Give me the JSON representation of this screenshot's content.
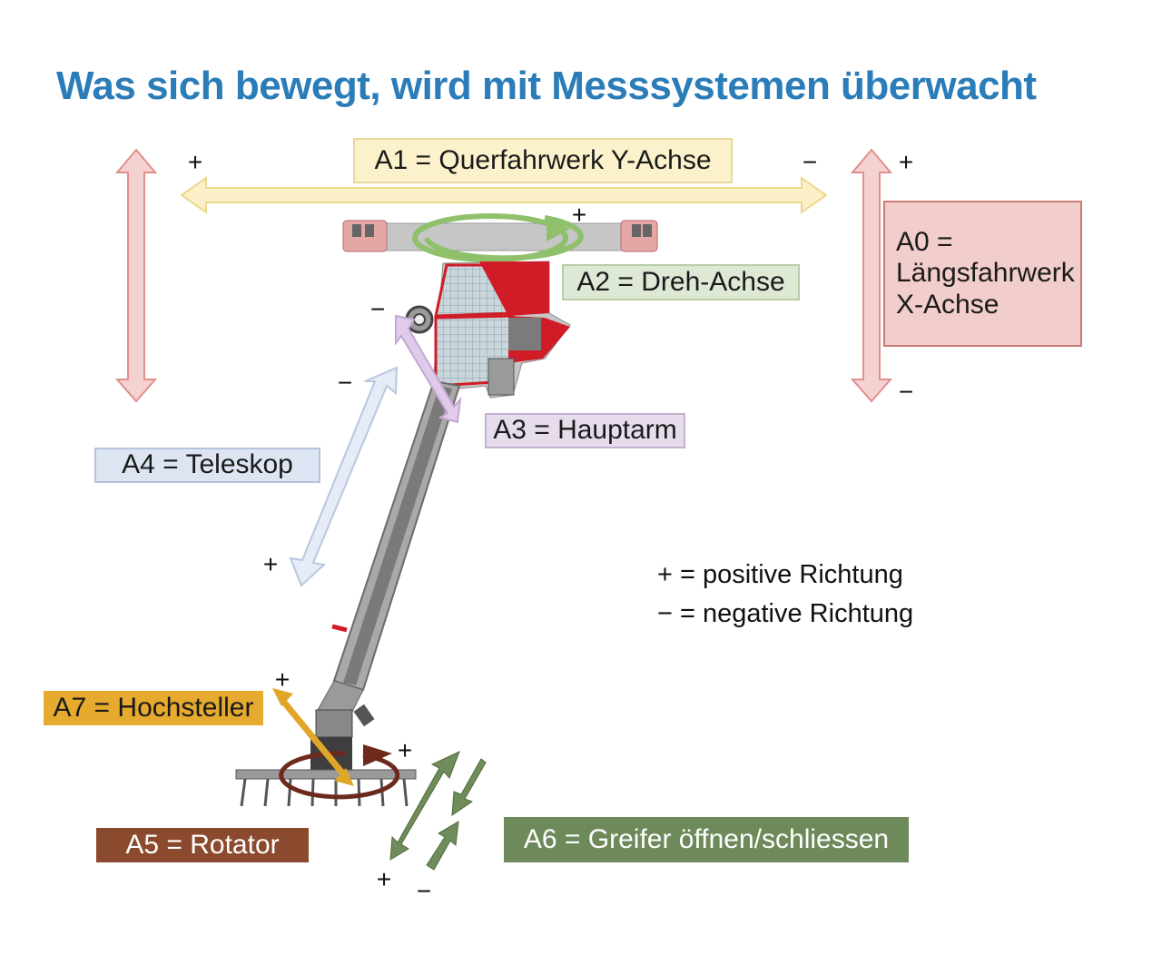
{
  "title": "Was sich bewegt, wird mit Messsystemen überwacht",
  "axes": {
    "a0": {
      "lines": [
        "A0 =",
        "Längsfahrwerk",
        "X-Achse"
      ],
      "plus": "+",
      "minus": "−",
      "color": "#f1cdcb",
      "border": "#c97b76",
      "arrow_color": "#e8a7a3"
    },
    "a1": {
      "label": "A1 = Querfahrwerk Y-Achse",
      "plus": "+",
      "minus": "−",
      "color": "#fbf2cc",
      "border": "#e7d79a",
      "arrow_color": "#f5e6a8"
    },
    "a2": {
      "label": "A2 = Dreh-Achse",
      "plus": "+",
      "color": "#dde8d5",
      "border": "#b7cda8",
      "arrow_color": "#8fc06b"
    },
    "a3": {
      "label": "A3 = Hauptarm",
      "minus": "−",
      "color": "#e6dcec",
      "border": "#c4b1d1",
      "arrow_color": "#d8c2e4"
    },
    "a4": {
      "label": "A4 = Teleskop",
      "plus": "+",
      "minus": "−",
      "color": "#dde5f3",
      "border": "#b4c3de",
      "arrow_color": "#c8d4ec"
    },
    "a5": {
      "label": "A5 = Rotator",
      "plus": "+",
      "color": "#8b4a2d",
      "text_color": "#ffffff",
      "arrow_color": "#6d2a1c"
    },
    "a6": {
      "label": "A6 = Greifer öffnen/schliessen",
      "plus": "+",
      "minus": "−",
      "color": "#6e8a5a",
      "text_color": "#ffffff",
      "arrow_color": "#6f8c5a"
    },
    "a7": {
      "label": "A7 = Hochsteller",
      "plus": "+",
      "color": "#e5aa2e",
      "arrow_color": "#e0a62a"
    }
  },
  "legend": {
    "positive": "+ = positive Richtung",
    "negative": "− = negative Richtung"
  }
}
